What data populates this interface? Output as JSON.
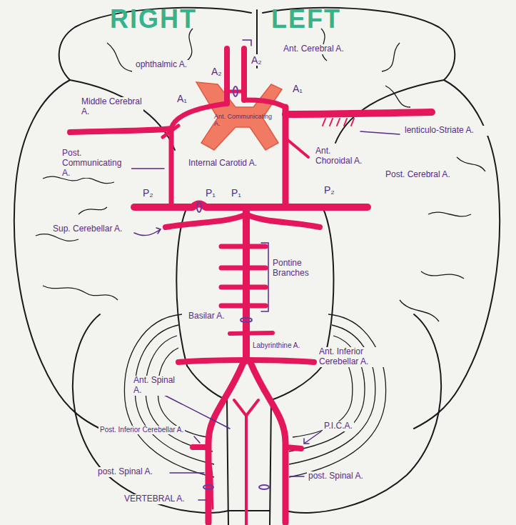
{
  "diagram": {
    "labels": [
      "RIGHT",
      "LEFT",
      "ophthalmic A.",
      "A₂",
      "A₂",
      "Ant. Cerebral A.",
      "A₁",
      "A₁",
      "Middle Cerebral A.",
      "Ant. Communicating A.",
      "lenticulo-Striate A.",
      "Internal Carotid A.",
      "Ant. Choroidal A.",
      "Post. Communicating A.",
      "Post. Cerebral A.",
      "P₂",
      "P₁",
      "P₁",
      "P₂",
      "Sup. Cerebellar A.",
      "Pontine Branches",
      "Basilar A.",
      "Labyrinthine A.",
      "Ant. Inferior Cerebellar A.",
      "Ant. Spinal A.",
      "Post. Inferior Cerebellar A.",
      "P.I.C.A.",
      "post. Spinal A.",
      "post. Spinal A.",
      "VERTEBRAL A."
    ]
  }
}
